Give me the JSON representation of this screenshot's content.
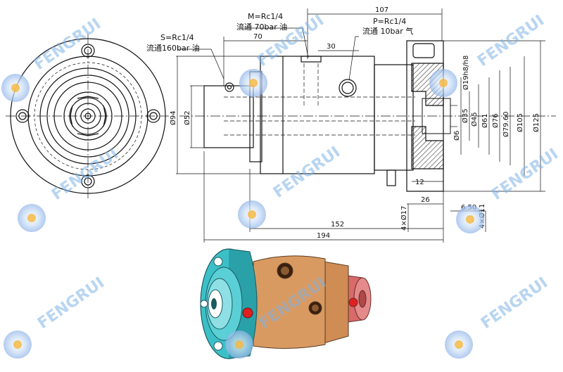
{
  "labels": {
    "s_port": "S=Rc1/4",
    "s_desc": "流通160bar 油",
    "m_port": "M=Rc1/4",
    "m_desc": "流通 70bar 油",
    "p_port": "P=Rc1/4",
    "p_desc": "流通 10bar 气"
  },
  "dimensions": {
    "d107": "107",
    "d70": "70",
    "d30": "30",
    "d152": "152",
    "d194": "194",
    "d12": "12",
    "d26": "26",
    "d650": "6.50",
    "phi94": "Ø94",
    "phi52": "Ø52",
    "phi6": "Ø6",
    "phi35": "Ø35",
    "phi45": "Ø45",
    "phi61": "Ø61",
    "phi76": "Ø76",
    "phi7960": "Ø79.60",
    "phi105": "Ø105",
    "phi125": "Ø125",
    "phi19": "Ø19h8/h8",
    "phi17": "4×Ø17",
    "phi11": "4×Ø11"
  },
  "watermark": "FENGRUI",
  "colors": {
    "line": "#111111",
    "flange": "#3cc0c8",
    "body": "#d99a62",
    "shaft": "#d86a6a",
    "port_red": "#e02020",
    "watermark": "#7fb3e6"
  }
}
